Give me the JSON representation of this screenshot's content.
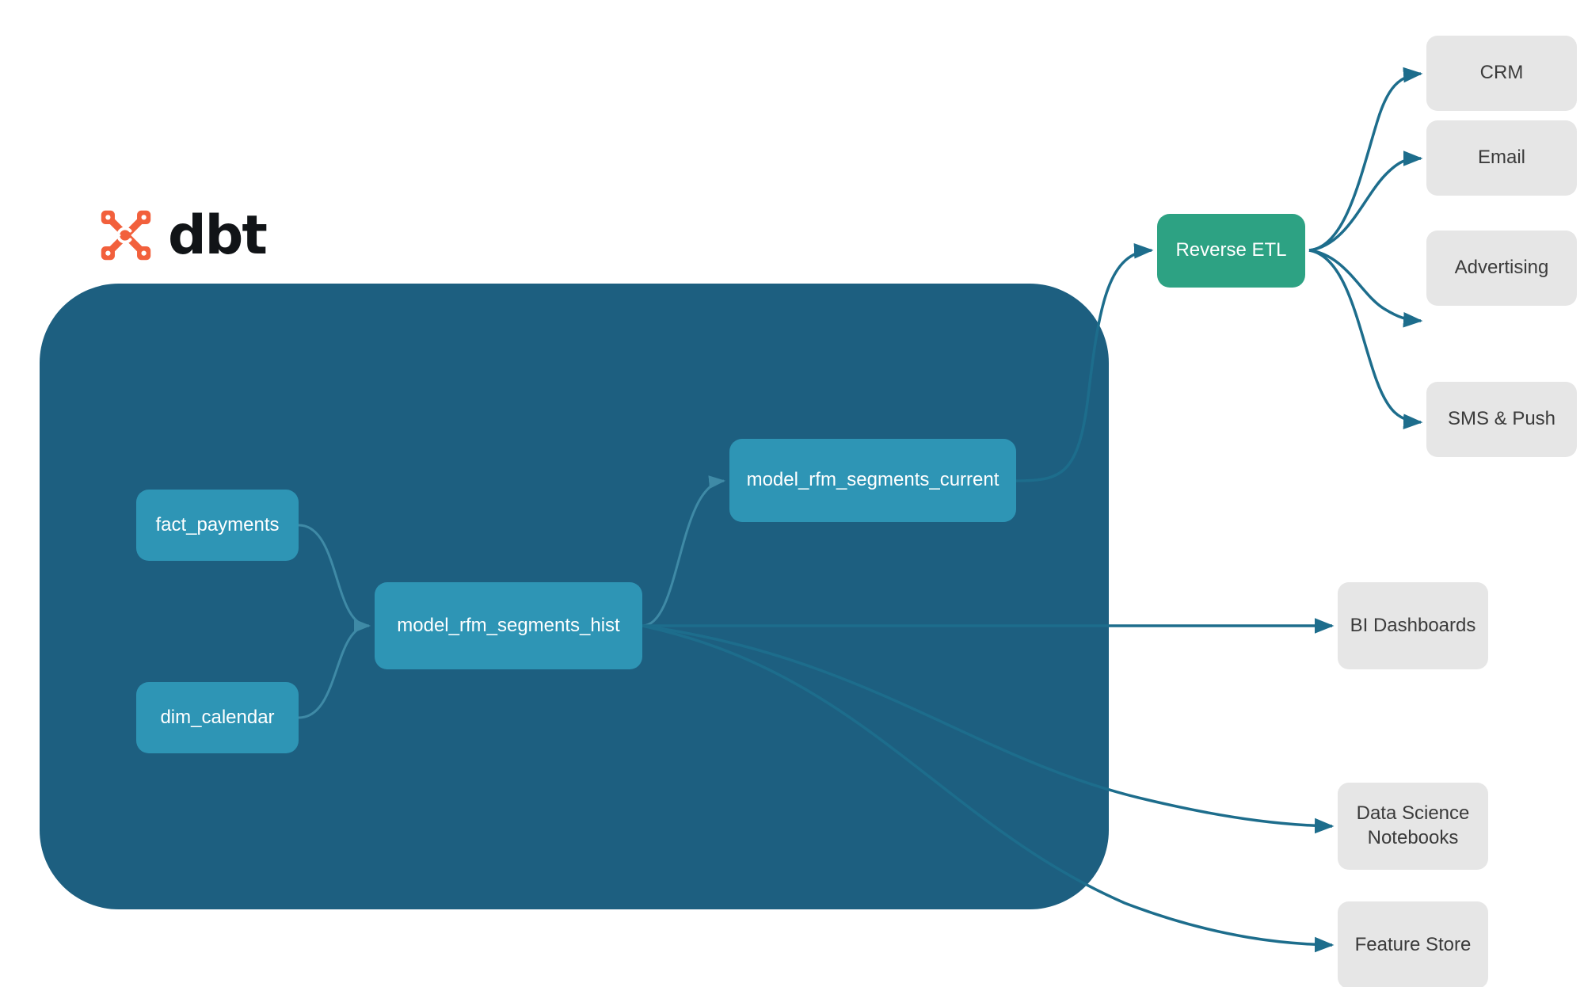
{
  "title": "dbt RFM segments lineage and activation diagram",
  "brand": {
    "logo_name": "dbt-logo",
    "wordmark": "dbt",
    "logo_color": "#f2603c"
  },
  "colors": {
    "container": "#1d5f80",
    "model_node": "#2e95b5",
    "reverse_etl_node": "#2da283",
    "destination_node": "#e6e6e6",
    "edge_inner": "#3f8aa6",
    "edge_outer": "#1d6d8c",
    "background": "#ffffff",
    "model_text": "#ffffff",
    "destination_text": "#3b3b3b"
  },
  "dbt_project": {
    "models": [
      {
        "id": "fact_payments",
        "label": "fact_payments"
      },
      {
        "id": "dim_calendar",
        "label": "dim_calendar"
      },
      {
        "id": "model_rfm_segments_hist",
        "label": "model_rfm_segments_hist"
      },
      {
        "id": "model_rfm_segments_current",
        "label": "model_rfm_segments_current"
      }
    ]
  },
  "activation": {
    "reverse_etl": {
      "id": "reverse_etl",
      "label": "Reverse ETL"
    },
    "destinations": [
      {
        "id": "crm",
        "label": "CRM"
      },
      {
        "id": "email",
        "label": "Email"
      },
      {
        "id": "advertising",
        "label": "Advertising"
      },
      {
        "id": "sms_push",
        "label": "SMS & Push"
      }
    ]
  },
  "analytics_consumers": [
    {
      "id": "bi_dashboards",
      "label": "BI Dashboards"
    },
    {
      "id": "data_science_notebooks",
      "label": "Data Science\nNotebooks",
      "line1": "Data Science",
      "line2": "Notebooks"
    },
    {
      "id": "feature_store",
      "label": "Feature Store"
    }
  ],
  "edges": [
    {
      "from": "fact_payments",
      "to": "model_rfm_segments_hist",
      "scope": "inner"
    },
    {
      "from": "dim_calendar",
      "to": "model_rfm_segments_hist",
      "scope": "inner"
    },
    {
      "from": "model_rfm_segments_hist",
      "to": "model_rfm_segments_current",
      "scope": "inner"
    },
    {
      "from": "model_rfm_segments_current",
      "to": "reverse_etl",
      "scope": "outer"
    },
    {
      "from": "model_rfm_segments_hist",
      "to": "bi_dashboards",
      "scope": "outer"
    },
    {
      "from": "model_rfm_segments_hist",
      "to": "data_science_notebooks",
      "scope": "outer"
    },
    {
      "from": "model_rfm_segments_hist",
      "to": "feature_store",
      "scope": "outer"
    },
    {
      "from": "reverse_etl",
      "to": "crm",
      "scope": "outer"
    },
    {
      "from": "reverse_etl",
      "to": "email",
      "scope": "outer"
    },
    {
      "from": "reverse_etl",
      "to": "advertising",
      "scope": "outer"
    },
    {
      "from": "reverse_etl",
      "to": "sms_push",
      "scope": "outer"
    }
  ]
}
